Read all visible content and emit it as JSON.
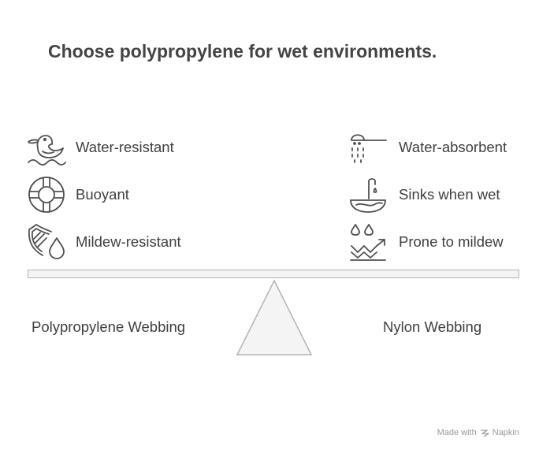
{
  "title": "Choose polypropylene for wet environments.",
  "left": {
    "label": "Polypropylene Webbing",
    "items": [
      {
        "label": "Water-resistant",
        "icon": "pelican-icon"
      },
      {
        "label": "Buoyant",
        "icon": "life-ring-icon"
      },
      {
        "label": "Mildew-resistant",
        "icon": "shield-drop-icon"
      }
    ]
  },
  "right": {
    "label": "Nylon Webbing",
    "items": [
      {
        "label": "Water-absorbent",
        "icon": "shower-head-icon"
      },
      {
        "label": "Sinks when wet",
        "icon": "faucet-sink-icon"
      },
      {
        "label": "Prone to mildew",
        "icon": "drops-arrow-icon"
      }
    ]
  },
  "footer": {
    "made_with": "Made with",
    "brand": "Napkin"
  }
}
